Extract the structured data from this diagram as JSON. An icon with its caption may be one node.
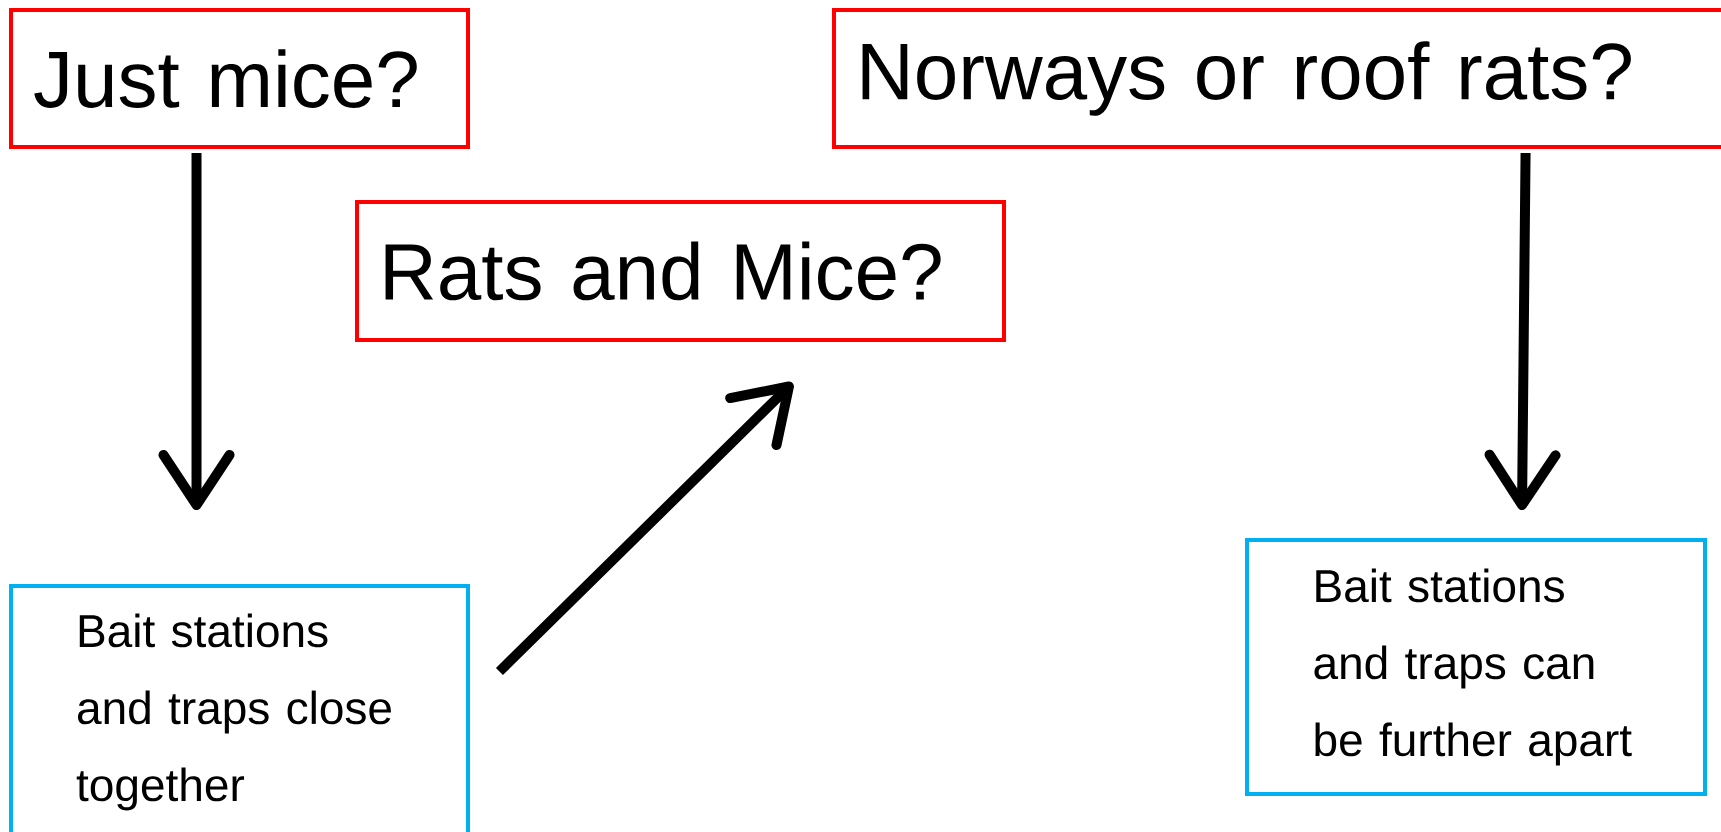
{
  "diagram": {
    "nodes": [
      {
        "text": [
          "Just mice?"
        ]
      },
      {
        "text": [
          "Rats and Mice?"
        ]
      },
      {
        "text": [
          "Norways or roof rats?"
        ]
      },
      {
        "text": [
          "Bait stations and traps close together"
        ]
      },
      {
        "text": [
          "Bait stations and traps can be further apart"
        ]
      }
    ],
    "edges": [
      {
        "from": 0,
        "to": 3,
        "arrow": "to"
      },
      {
        "from": 3,
        "to": 1,
        "arrow": "to"
      },
      {
        "from": 2,
        "to": 4,
        "arrow": "to"
      }
    ]
  }
}
